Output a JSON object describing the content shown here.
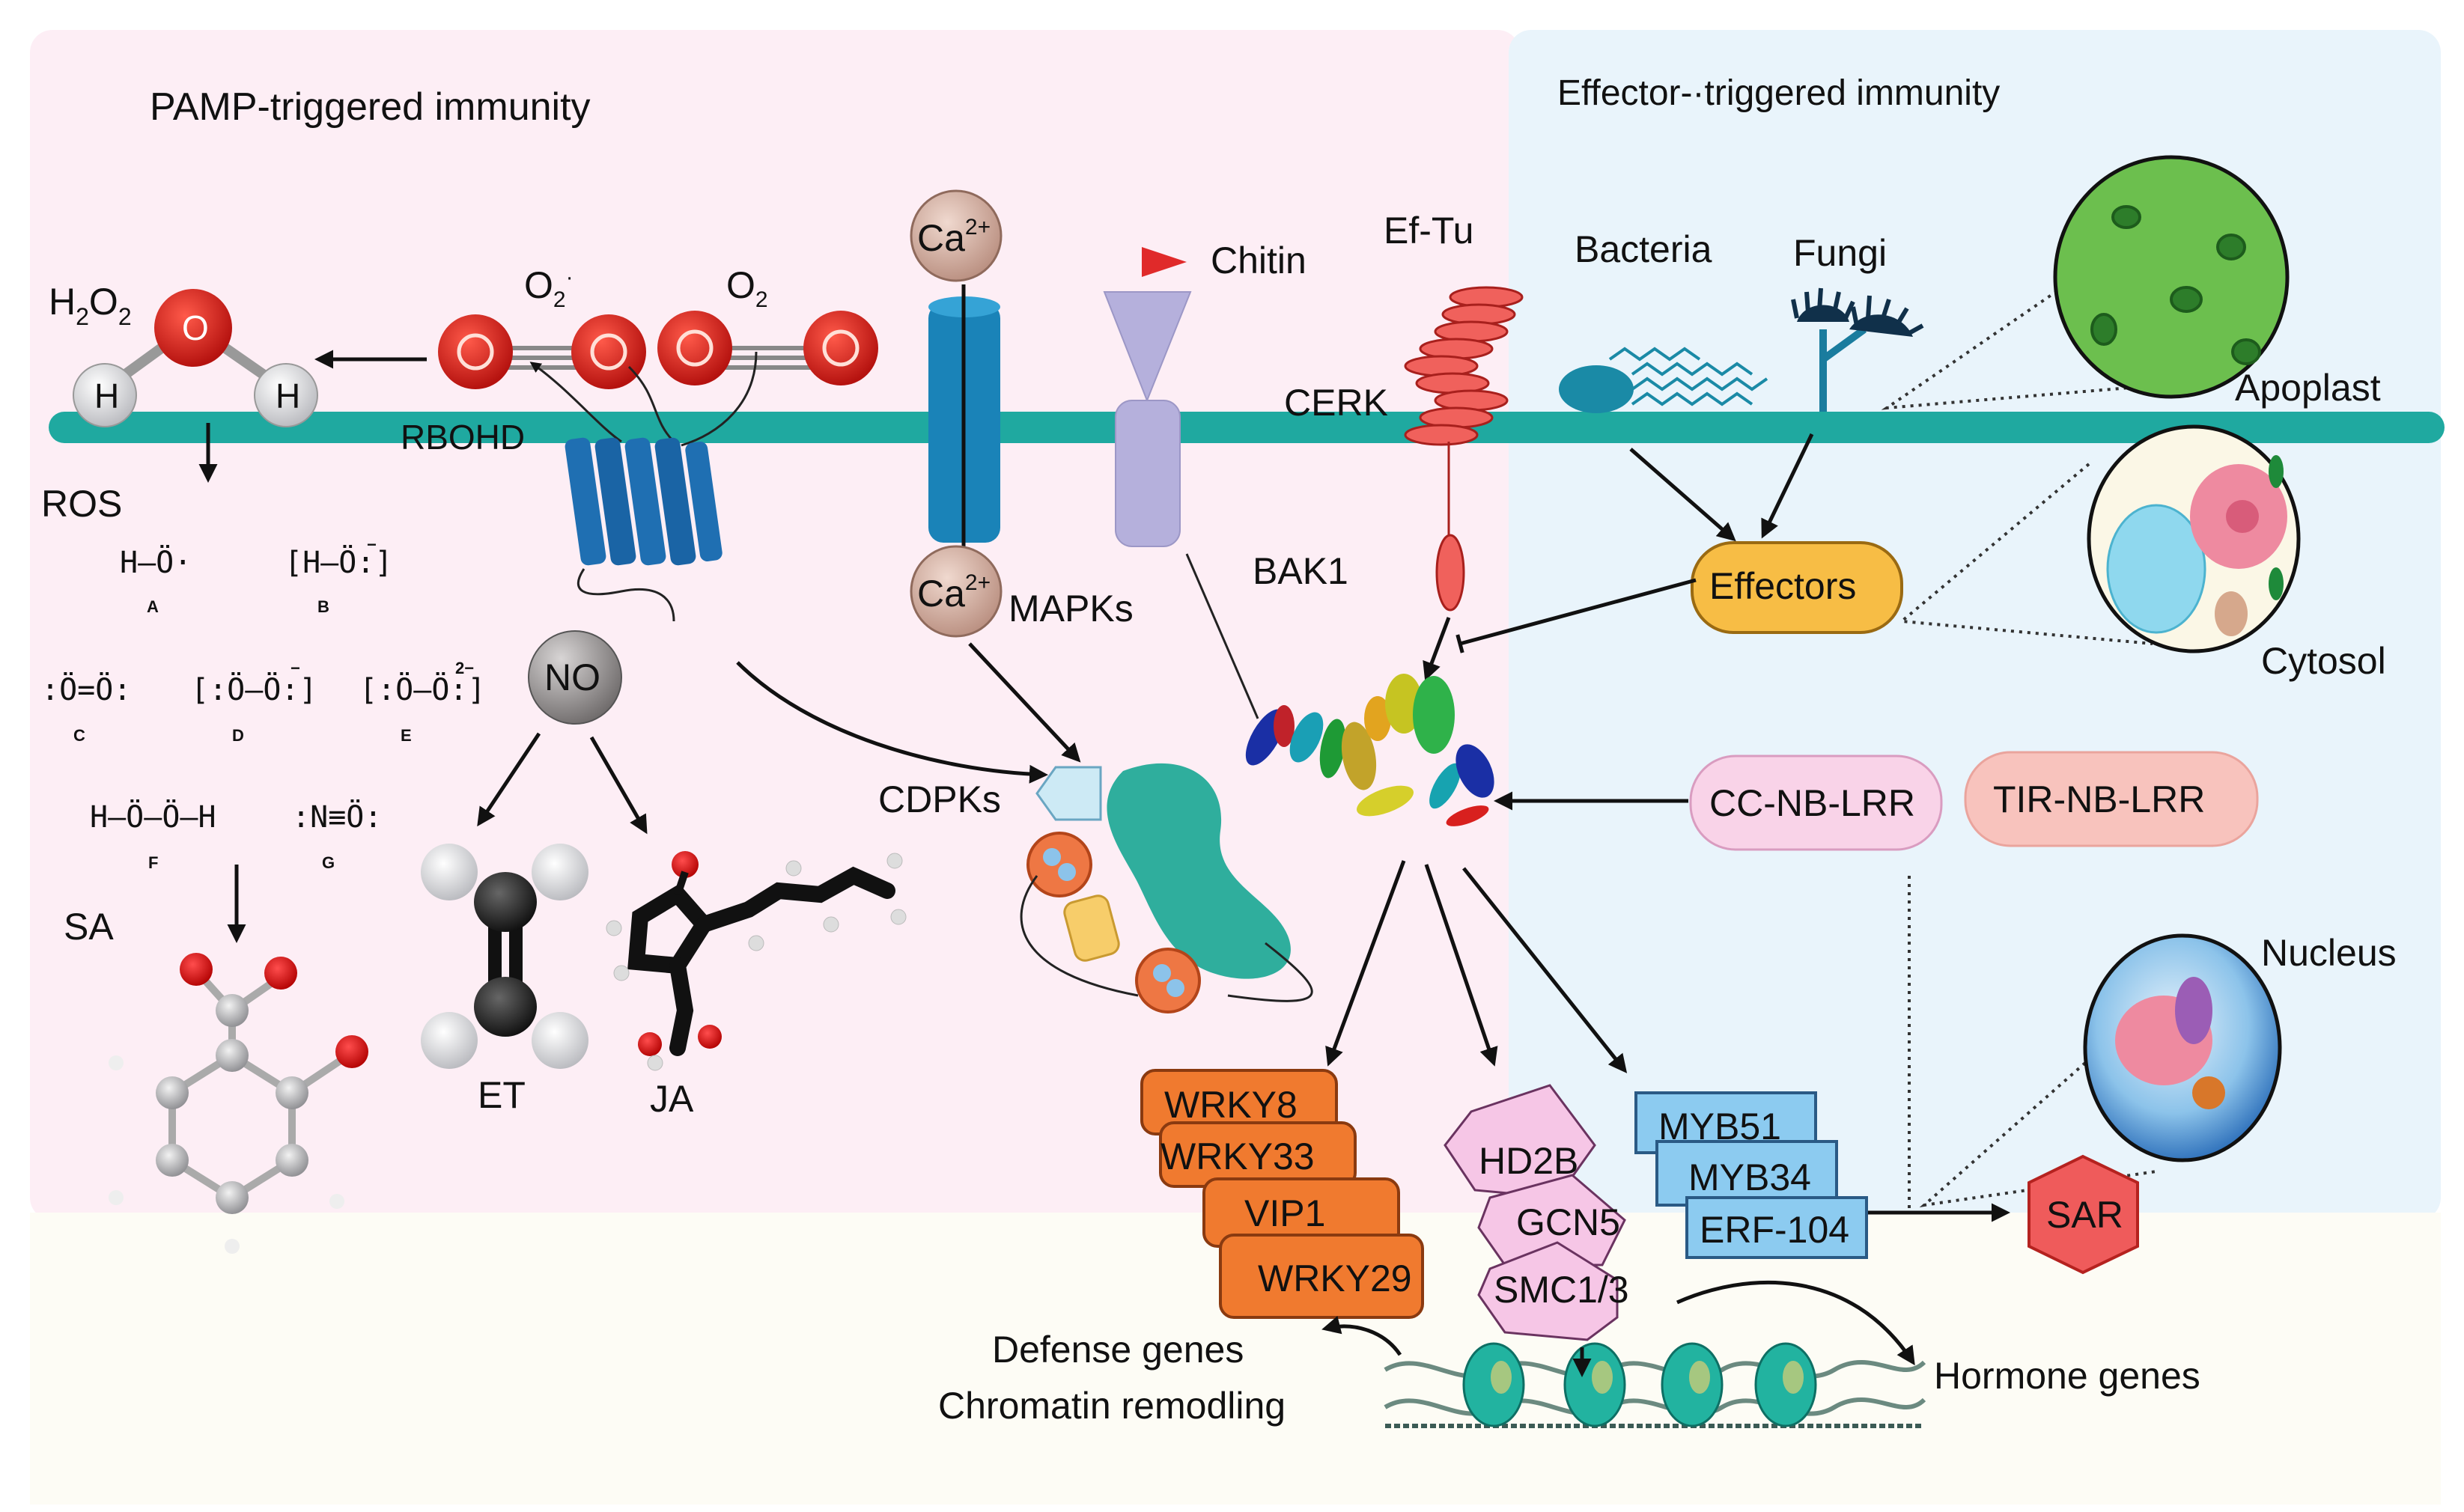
{
  "colors": {
    "pti_bg": "#fdeef5",
    "eti_bg": "#e9f4fb",
    "nucleus_bg": "#fdfcf5",
    "membrane": "#1fa9a0",
    "oxygen": "#d7201c",
    "hydrogen": "#e8e8ea",
    "rbohd": "#1f6fb2",
    "ca_channel": "#1a83b8",
    "ca_ion": "#d5b1a3",
    "chitin_receptor": "#b5b0dc",
    "chitin": "#e02a2a",
    "eftu_receptor": "#f0615c",
    "no_ion": "#8a8686",
    "effectors": "#f7bd45",
    "cc_nb_lrr": "#f9d3e8",
    "tir_nb_lrr": "#f8c3bd",
    "wrky": "#f07a2f",
    "hd2b_group": "#f6c6e6",
    "myb": "#8ccbf0",
    "sar": "#ef5b5b",
    "cdpk_pentagon": "#cdeaf5",
    "cdpk_body": "#2fae9d",
    "cdpk_domain": "#ee7744",
    "cdpk_linker": "#f7cd6a"
  },
  "titles": {
    "pti": "PAMP-triggered immunity",
    "eti": "Effector-·triggered immunity"
  },
  "ros": {
    "h2o2_label": "H",
    "h2o2_sub1": "2",
    "h2o2_mid": "O",
    "h2o2_sub2": "2",
    "o2_radical_label": "O",
    "o2_radical_sub": "2",
    "o2_radical_sup": "·",
    "o2_label": "O",
    "o2_sub": "2",
    "oxygen_atom": "O",
    "hydrogen_atom": "H",
    "rbohd": "RBOHD",
    "ros_label": "ROS",
    "lewis": [
      {
        "id": "A",
        "formula": "H–Ö·"
      },
      {
        "id": "B",
        "formula": "[H–Ö:]",
        "charge": "−"
      },
      {
        "id": "C",
        "formula": ":Ö=Ö:"
      },
      {
        "id": "D",
        "formula": "[:Ö–Ö:]",
        "charge": "−"
      },
      {
        "id": "E",
        "formula": "[:Ö–Ö:]",
        "charge": "2−"
      },
      {
        "id": "F",
        "formula": "H–Ö–Ö–H"
      },
      {
        "id": "G",
        "formula": ":N≡Ö:"
      }
    ]
  },
  "hormones": {
    "sa": "SA",
    "et": "ET",
    "ja": "JA",
    "no": "NO"
  },
  "signaling": {
    "ca_top": "Ca",
    "ca_sup": "2+",
    "ca_bottom": "Ca",
    "chitin": "Chitin",
    "ef_tu": "Ef-Tu",
    "cerk": "CERK",
    "bak1": "BAK1",
    "mapks": "MAPKs",
    "cdpks": "CDPKs"
  },
  "eti": {
    "bacteria": "Bacteria",
    "fungi": "Fungi",
    "apoplast": "Apoplast",
    "cytosol": "Cytosol",
    "nucleus": "Nucleus",
    "effectors": "Effectors",
    "cc_nb_lrr": "CC-NB-LRR",
    "tir_nb_lrr": "TIR-NB-LRR",
    "sar": "SAR"
  },
  "transcription": {
    "wrky": [
      "WRKY8",
      "WRKY33",
      "VIP1",
      "WRKY29"
    ],
    "chromatin_modifiers": [
      "HD2B",
      "GCN5",
      "SMC1/3"
    ],
    "myb_erf": [
      "MYB51",
      "MYB34",
      "ERF-104"
    ]
  },
  "outputs": {
    "defense_genes": "Defense genes",
    "chromatin_remodeling": "Chromatin remodling",
    "hormone_genes": "Hormone genes"
  }
}
